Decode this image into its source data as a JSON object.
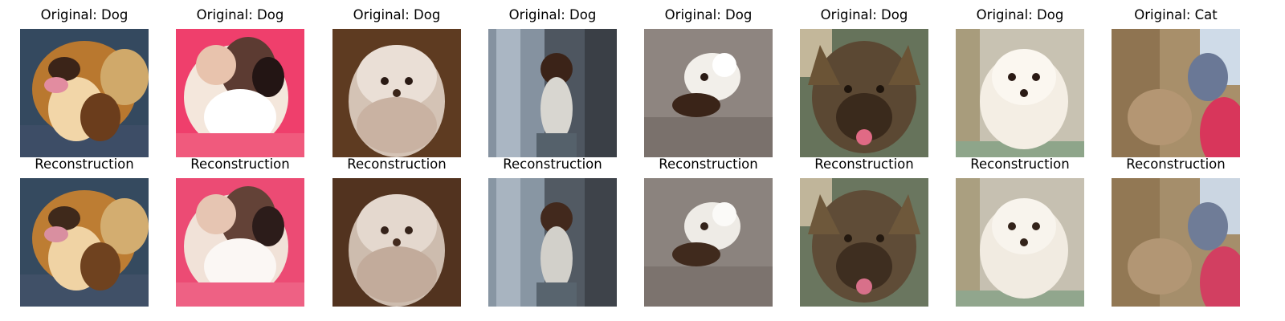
{
  "columns": [
    {
      "original_title": "Original: Dog",
      "reconstruction_title": "Reconstruction"
    },
    {
      "original_title": "Original: Dog",
      "reconstruction_title": "Reconstruction"
    },
    {
      "original_title": "Original: Dog",
      "reconstruction_title": "Reconstruction"
    },
    {
      "original_title": "Original: Dog",
      "reconstruction_title": "Reconstruction"
    },
    {
      "original_title": "Original: Dog",
      "reconstruction_title": "Reconstruction"
    },
    {
      "original_title": "Original: Dog",
      "reconstruction_title": "Reconstruction"
    },
    {
      "original_title": "Original: Dog",
      "reconstruction_title": "Reconstruction"
    },
    {
      "original_title": "Original: Cat",
      "reconstruction_title": "Reconstruction"
    }
  ],
  "palette": {
    "background": "#ffffff",
    "text": "#000000"
  }
}
